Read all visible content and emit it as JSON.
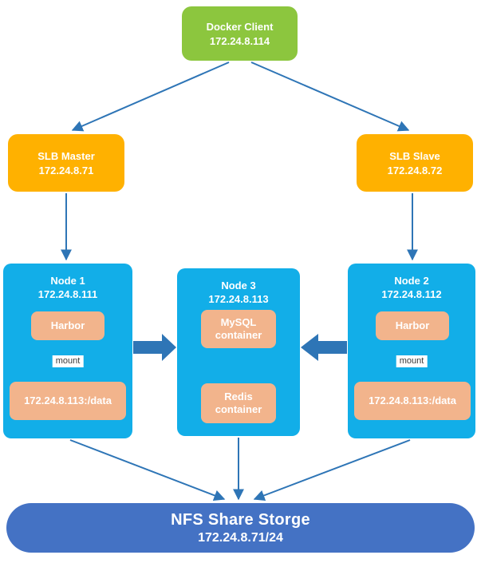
{
  "colors": {
    "client": "#8CC63E",
    "slb": "#FFB100",
    "node": "#12AEE8",
    "inner": "#F2B48C",
    "nfs": "#4472C4",
    "arrow": "#2E75B6"
  },
  "diagram": {
    "docker_client": {
      "title": "Docker Client",
      "ip": "172.24.8.114"
    },
    "slb_master": {
      "title": "SLB Master",
      "ip": "172.24.8.71"
    },
    "slb_slave": {
      "title": "SLB Slave",
      "ip": "172.24.8.72"
    },
    "node1": {
      "title": "Node 1",
      "ip": "172.24.8.111",
      "harbor": "Harbor",
      "mount": "mount",
      "data_mount": "172.24.8.113:/data"
    },
    "node3": {
      "title": "Node 3",
      "ip": "172.24.8.113",
      "mysql_line1": "MySQL",
      "mysql_line2": "container",
      "redis_line1": "Redis",
      "redis_line2": "container"
    },
    "node2": {
      "title": "Node 2",
      "ip": "172.24.8.112",
      "harbor": "Harbor",
      "mount": "mount",
      "data_mount": "172.24.8.113:/data"
    },
    "nfs": {
      "title": "NFS Share Storge",
      "ip": "172.24.8.71/24"
    }
  }
}
